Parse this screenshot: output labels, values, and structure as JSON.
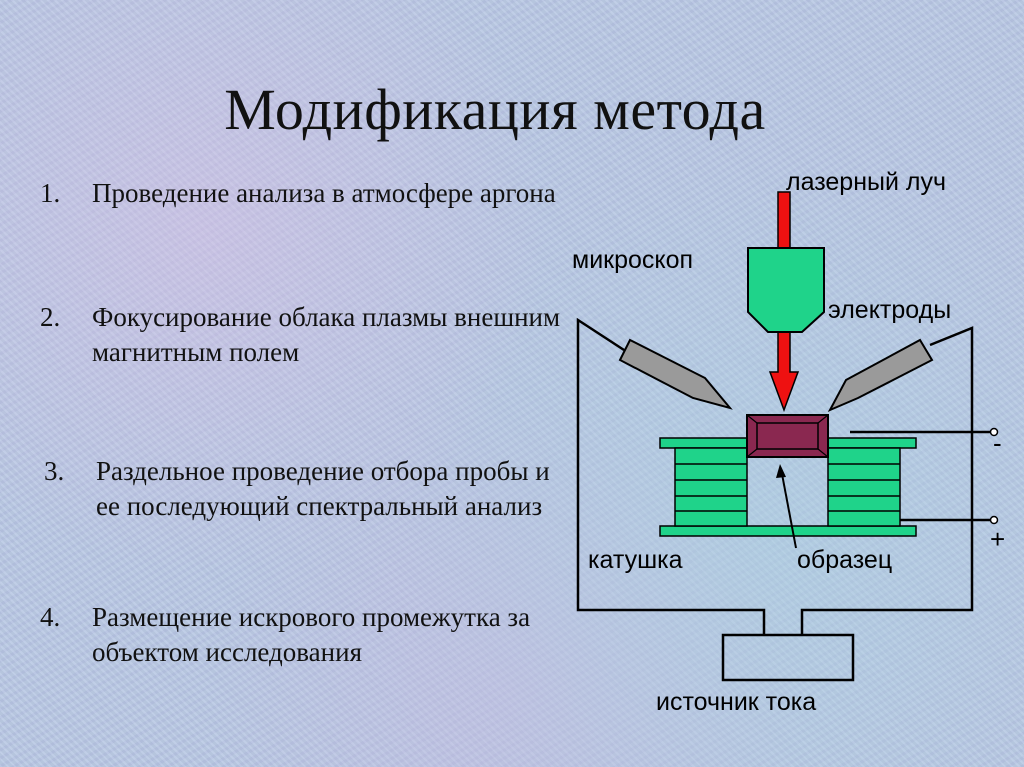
{
  "title": "Модификация метода",
  "list": [
    {
      "num": "1.",
      "text": "Проведение анализа в атмосфере аргона"
    },
    {
      "num": "2.",
      "text": "Фокусирование облака плазмы внешним  магнитным полем"
    },
    {
      "num": "3.",
      "text": "Раздельное проведение отбора пробы и ее последующий спектральный анализ"
    },
    {
      "num": "4.",
      "text": "Размещение искрового промежутка за объектом исследования"
    }
  ],
  "diagram": {
    "laser_label": "лазерный луч",
    "microscope_label": "микроскоп",
    "electrodes_label": "электроды",
    "coil_label": "катушка",
    "sample_label": "образец",
    "source_label": "источник тока",
    "minus_sign": "-",
    "plus_sign": "+",
    "colors": {
      "coil_green": "#1fd38a",
      "laser_red": "#ee1111",
      "sample_purple": "#8a2850",
      "electrode_gray": "#9a9a9a"
    }
  }
}
